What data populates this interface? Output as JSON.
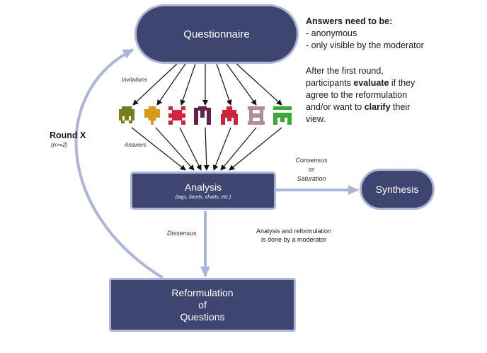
{
  "nodes": {
    "questionnaire": "Questionnaire",
    "analysis": "Analysis",
    "analysis_sub": "(tags, facets, charts, etc.)",
    "synthesis": "Synthesis",
    "reformulation": [
      "Reformulation",
      "of",
      "Questions"
    ]
  },
  "labels": {
    "invitations": "Invitations",
    "answers": "Answers",
    "dissensus": "Dissensus",
    "consensus": "Consensus",
    "or": "or",
    "saturation": "Saturation",
    "round": "Round X",
    "round_n": "(n>=2)"
  },
  "notes": {
    "answers_heading": "Answers need to be:",
    "answers_items": [
      "- anonymous",
      "- only visible by the moderator"
    ],
    "after_1": "After the first round,",
    "after_2a": "participants ",
    "after_2b": "evaluate",
    "after_2c": " if they",
    "after_3": "agree to the reformulation",
    "after_4a": "and/or want to ",
    "after_4b": "clarify",
    "after_4c": " their",
    "after_5": "view.",
    "moderator_1": "Analysis and reformulation",
    "moderator_2": "is done by a moderator"
  },
  "colors": {
    "node_fill": "#3d4570",
    "node_border": "#aab6d8",
    "flow_arrow": "#aab6d8",
    "fan_arrow": "#111111"
  },
  "participants": [
    {
      "icon": "olive-invader-icon",
      "color": "#7a7d1c"
    },
    {
      "icon": "orange-invader-icon",
      "color": "#d89a18"
    },
    {
      "icon": "red-invader-icon",
      "color": "#d8203f"
    },
    {
      "icon": "purple-invader-icon",
      "color": "#6a1f4a"
    },
    {
      "icon": "crimson-invader-icon",
      "color": "#d0243c"
    },
    {
      "icon": "mauve-invader-icon",
      "color": "#b08a9e"
    },
    {
      "icon": "green-invader-icon",
      "color": "#3aa83a"
    }
  ]
}
